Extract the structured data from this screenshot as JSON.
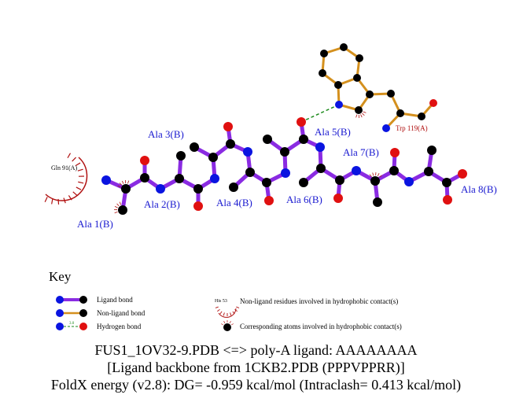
{
  "ligand_residues": [
    "Ala 1(B)",
    "Ala 2(B)",
    "Ala 3(B)",
    "Ala 4(B)",
    "Ala 5(B)",
    "Ala 6(B)",
    "Ala 7(B)",
    "Ala 8(B)"
  ],
  "protein_residues": {
    "trp": "Trp 119(A)",
    "gln": "Gln 91(A)"
  },
  "key": {
    "title": "Key",
    "ligand_bond": "Ligand bond",
    "nonligand_bond": "Non-ligand bond",
    "hydrogen_bond": "Hydrogen bond",
    "hbond_distance_sample": "3.0",
    "hydrophobic_residue_sample": "His 53",
    "hydrophobic_residues": "Non-ligand residues involved in hydrophobic contact(s)",
    "hydrophobic_atoms": "Corresponding atoms involved in hydrophobic contact(s)"
  },
  "footer": {
    "line1": "FUS1_1OV32-9.PDB <=> poly-A ligand: AAAAAAAA",
    "line2": "[Ligand backbone from 1CKB2.PDB (PPPVPPRR)]",
    "line3": "FoldX energy (v2.8): DG= -0.959 kcal/mol (Intraclash= 0.413 kcal/mol)"
  },
  "colors": {
    "ligand_bond": "#8a2be2",
    "nonligand_bond": "#d4901e",
    "carbon": "#000000",
    "nitrogen": "#0a14e0",
    "oxygen": "#e01010",
    "hbond": "#1a8a1a",
    "hydrophobic": "#b01010"
  }
}
